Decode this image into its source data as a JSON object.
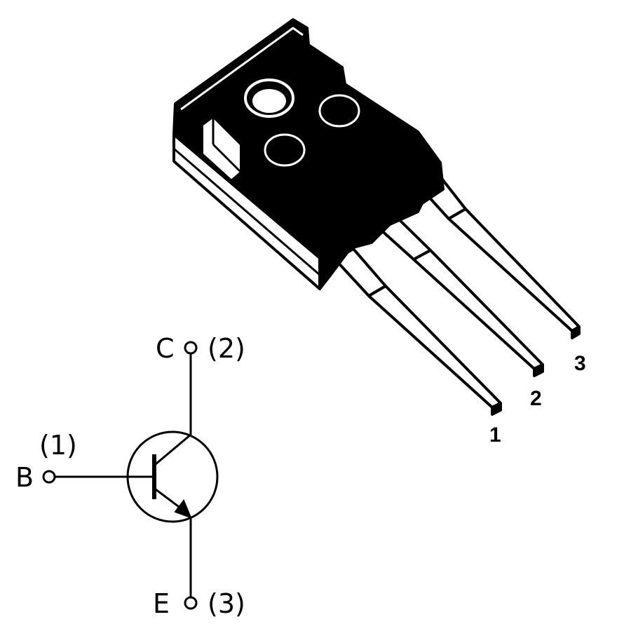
{
  "colors": {
    "ink": "#000000",
    "paper": "#ffffff"
  },
  "package": {
    "name": "transistor-package-to247",
    "leads": [
      {
        "id": 1,
        "label": "1"
      },
      {
        "id": 2,
        "label": "2"
      },
      {
        "id": 3,
        "label": "3"
      }
    ]
  },
  "symbol": {
    "type": "npn-bjt",
    "collector": {
      "letter": "C",
      "pin": "(2)"
    },
    "base": {
      "letter": "B",
      "pin": "(1)"
    },
    "emitter": {
      "letter": "E",
      "pin": "(3)"
    }
  }
}
